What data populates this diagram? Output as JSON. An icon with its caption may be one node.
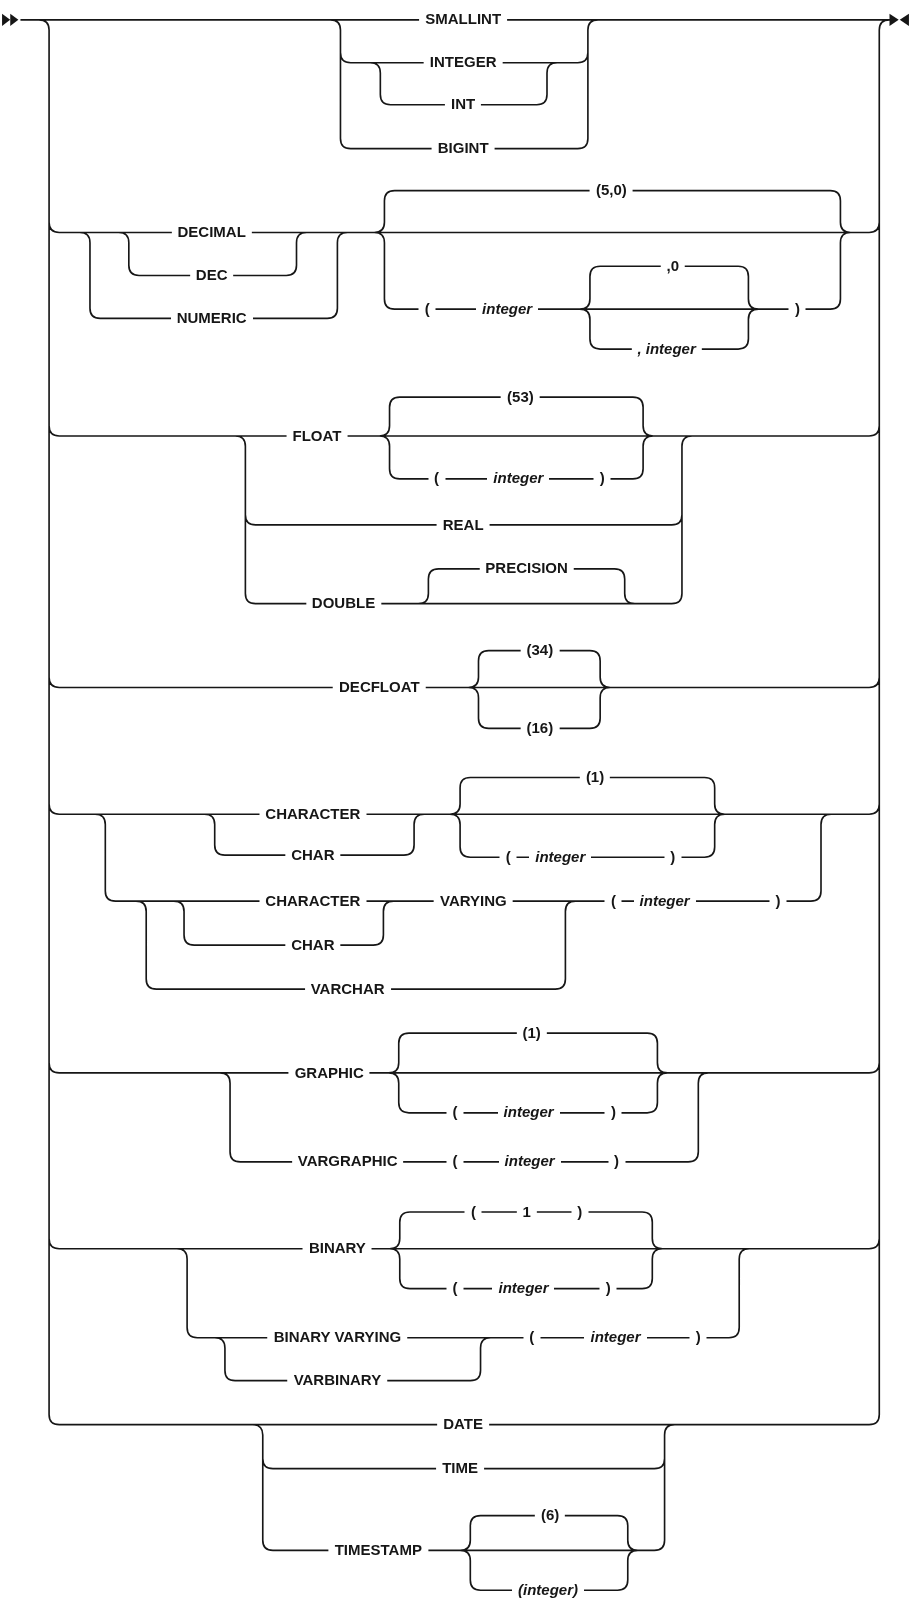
{
  "diagram": {
    "labels": [
      "SMALLINT",
      "INTEGER",
      "INT",
      "BIGINT",
      "(5,0)",
      "DECIMAL",
      ",0",
      "DEC",
      "(",
      "integer",
      ")",
      "NUMERIC",
      ", integer",
      "(53)",
      "FLOAT",
      "(",
      "integer",
      ")",
      "REAL",
      "PRECISION",
      "DOUBLE",
      "(34)",
      "DECFLOAT",
      "(16)",
      "(1)",
      "CHARACTER",
      "CHAR",
      "(",
      "integer",
      ")",
      "CHARACTER",
      "VARYING",
      "(",
      "integer",
      ")",
      "CHAR",
      "VARCHAR",
      "(1)",
      "GRAPHIC",
      "(",
      "integer",
      ")",
      "VARGRAPHIC",
      "(",
      "integer",
      ")",
      "(",
      "1",
      ")",
      "BINARY",
      "(",
      "integer",
      ")",
      "BINARY VARYING",
      "(",
      "integer",
      ")",
      "VARBINARY",
      "DATE",
      "TIME",
      "(6)",
      "TIMESTAMP",
      "(integer)"
    ]
  }
}
